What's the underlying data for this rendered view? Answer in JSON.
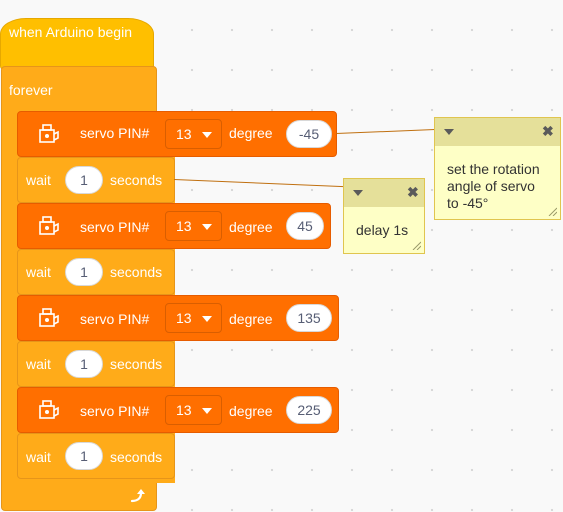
{
  "hat_block": {
    "label": "when Arduino begin"
  },
  "forever_block": {
    "label": "forever",
    "loop_icon": "repeat-arrow-icon"
  },
  "servo_blocks": [
    {
      "label": "servo PIN#",
      "pin": "13",
      "degree_label": "degree",
      "degree": "-45"
    },
    {
      "label": "servo PIN#",
      "pin": "13",
      "degree_label": "degree",
      "degree": "45"
    },
    {
      "label": "servo PIN#",
      "pin": "13",
      "degree_label": "degree",
      "degree": "135"
    },
    {
      "label": "servo PIN#",
      "pin": "13",
      "degree_label": "degree",
      "degree": "225"
    }
  ],
  "wait_blocks": [
    {
      "label": "wait",
      "value": "1",
      "unit": "seconds"
    },
    {
      "label": "wait",
      "value": "1",
      "unit": "seconds"
    },
    {
      "label": "wait",
      "value": "1",
      "unit": "seconds"
    },
    {
      "label": "wait",
      "value": "1",
      "unit": "seconds"
    }
  ],
  "comments": [
    {
      "lines": [
        "set the rotation",
        "angle of servo",
        "to -45°"
      ],
      "close": "✖"
    },
    {
      "lines": [
        "delay 1s"
      ],
      "close": "✖"
    }
  ],
  "colors": {
    "hat": "#ffbf00",
    "control": "#ffab19",
    "servo": "#ff6f00",
    "comment_body": "#feffc6",
    "comment_header": "#e5e09a"
  }
}
